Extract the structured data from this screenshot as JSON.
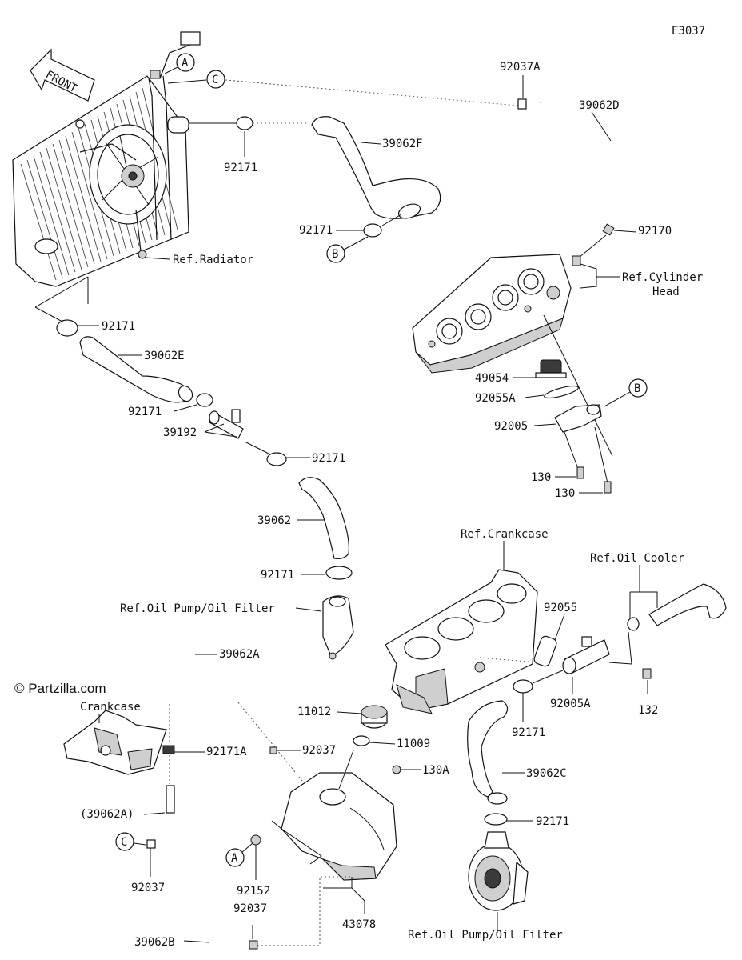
{
  "diagram_code": "E3037",
  "front_label": "FRONT",
  "watermark": "© Partzilla.com",
  "callouts": {
    "a": "A",
    "b": "B",
    "c": "C"
  },
  "refs": {
    "radiator": "Ref.Radiator",
    "cylinder_head_1": "Ref.Cylinder",
    "cylinder_head_2": "Head",
    "crankcase_top": "Ref.Crankcase",
    "crankcase_left": "Crankcase",
    "oil_cooler": "Ref.Oil Cooler",
    "oil_pump_mid": "Ref.Oil Pump/Oil Filter",
    "oil_pump_bottom": "Ref.Oil Pump/Oil Filter"
  },
  "parts": {
    "p92037A": "92037A",
    "p39062D": "39062D",
    "p92171_a": "92171",
    "p39062F": "39062F",
    "p92171_b": "92171",
    "p92170": "92170",
    "p92171_c": "92171",
    "p39062E": "39062E",
    "p92171_d": "92171",
    "p39192": "39192",
    "p92171_e": "92171",
    "p49054": "49054",
    "p92055A": "92055A",
    "p92005": "92005",
    "p130_a": "130",
    "p130_b": "130",
    "p39062": "39062",
    "p92171_f": "92171",
    "p92055": "92055",
    "p39062A": "39062A",
    "p92005A": "92005A",
    "p132": "132",
    "p11012": "11012",
    "p92171A": "92171A",
    "p92037_a": "92037",
    "p11009": "11009",
    "p92171_g": "92171",
    "p130A": "130A",
    "p39062C": "39062C",
    "p39062A_paren": "(39062A)",
    "p92171_h": "92171",
    "p92037_b": "92037",
    "p92152": "92152",
    "p92037_c": "92037",
    "p43078": "43078",
    "p39062B": "39062B"
  }
}
